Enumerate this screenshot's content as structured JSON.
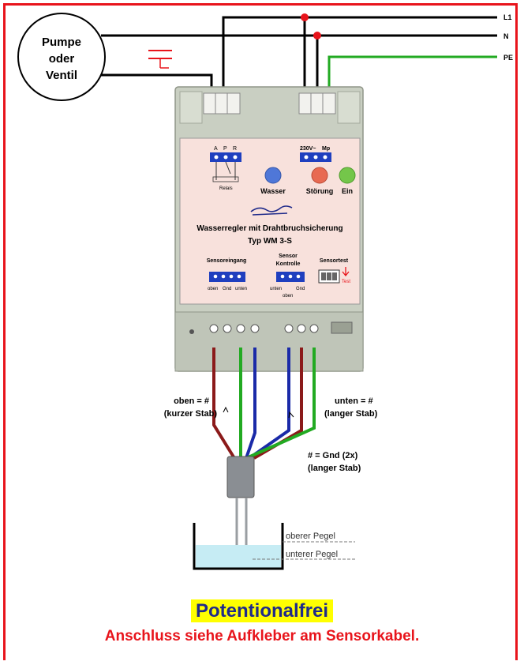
{
  "pump": {
    "line1": "Pumpe",
    "line2": "oder",
    "line3": "Ventil"
  },
  "lines": {
    "l1": "L1",
    "n": "N",
    "pe": "PE"
  },
  "relay_terminals": {
    "a": "A",
    "p": "P",
    "r": "R",
    "relais": "Relais"
  },
  "supply_terminals": {
    "v230": "230V~",
    "mp": "Mp"
  },
  "leds": {
    "wasser": "Wasser",
    "stoerung": "Störung",
    "ein": "Ein"
  },
  "device": {
    "title": "Wasserregler mit Drahtbruchsicherung",
    "type": "Typ WM 3-S"
  },
  "sections": {
    "sensor_input": "Sensoreingang",
    "sensor_control_1": "Sensor",
    "sensor_control_2": "Kontrolle",
    "sensor_test": "Sensortest",
    "test": "Test"
  },
  "pins": {
    "oben": "oben",
    "gnd": "Gnd",
    "unten": "unten",
    "c_unten": "unten",
    "c_gnd": "Gnd",
    "c_oben": "oben"
  },
  "annotations": {
    "oben_line1": "oben = #",
    "oben_line2": "(kurzer Stab)",
    "unten_line1": "unten = #",
    "unten_line2": "(langer Stab)",
    "gnd_line1": "# = Gnd (2x)",
    "gnd_line2": "(langer Stab)"
  },
  "levels": {
    "upper": "oberer Pegel",
    "lower": "unterer Pegel"
  },
  "caption": {
    "title": "Potentionalfrei",
    "subtitle": "Anschluss siehe Aufkleber am Sensorkabel."
  },
  "colors": {
    "frame": "#e8141b",
    "wire_red": "#8b1a1a",
    "wire_blue": "#1a2aa8",
    "wire_green": "#22aa22",
    "pe_green": "#22aa22"
  }
}
